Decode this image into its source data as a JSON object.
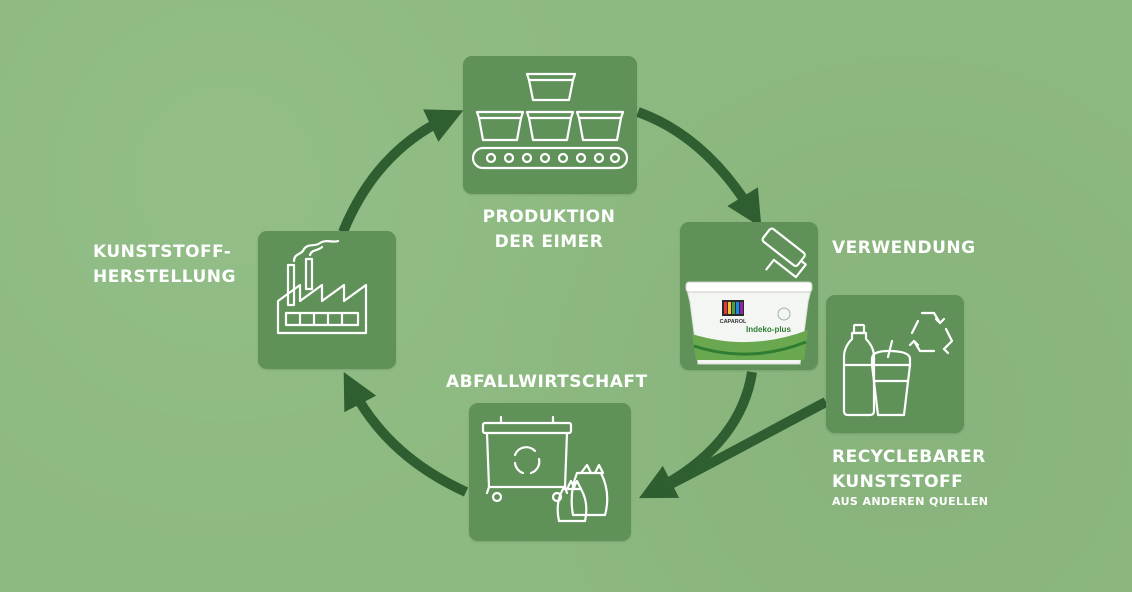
{
  "colors": {
    "background": "#8dba81",
    "tile": "#5f9159",
    "arrow": "#2f5e31",
    "text": "#ffffff"
  },
  "steps": [
    {
      "id": "kunststoffherstellung",
      "label_line1": "KUNSTSTOFF-",
      "label_line2": "HERSTELLUNG",
      "icon": "factory-icon"
    },
    {
      "id": "produktion",
      "label_line1": "PRODUKTION",
      "label_line2": "DER EIMER",
      "icon": "conveyor-buckets-icon"
    },
    {
      "id": "verwendung",
      "label": "VERWENDUNG",
      "icon": "paint-bucket-roller-icon"
    },
    {
      "id": "recyclebar",
      "label_line1": "RECYCLEBARER",
      "label_line2": "KUNSTSTOFF",
      "sublabel": "AUS ANDEREN QUELLEN",
      "icon": "bottle-cup-recycle-icon"
    },
    {
      "id": "abfallwirtschaft",
      "label": "ABFALLWIRTSCHAFT",
      "icon": "waste-container-bags-icon"
    }
  ],
  "product": {
    "brand": "CAPAROL",
    "name": "Indeko-plus"
  }
}
